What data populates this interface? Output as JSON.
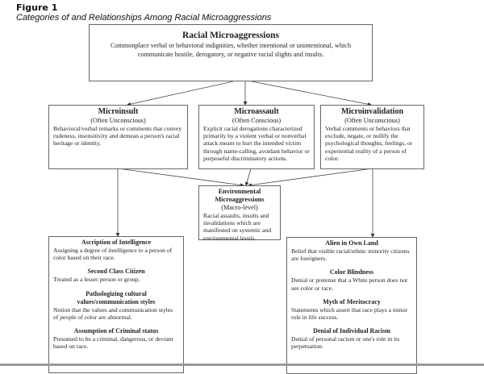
{
  "figure": {
    "label": "Figure 1",
    "caption": "Categories of and Relationships Among Racial Microaggressions"
  },
  "top": {
    "title": "Racial Microaggressions",
    "desc": "Commonplace verbal or behavioral indignities, whether intentional or unintentional, which communicate hostile, derogatory, or negative racial slights and insults."
  },
  "categories": [
    {
      "title": "Microinsult",
      "sub": "(Often Unconscious)",
      "desc": "Behavioral/verbal remarks or comments that convey rudeness, insensitivity and demean a person's racial heritage or identity."
    },
    {
      "title": "Microassault",
      "sub": "(Often Conscious)",
      "desc": "Explicit racial derogations characterized primarily by a violent verbal or nonverbal attack meant to hurt the intended victim through name-calling, avoidant behavior or purposeful discriminatory actions."
    },
    {
      "title": "Microinvalidation",
      "sub": "(Often Unconscious)",
      "desc": "Verbal comments or behaviors that exclude, negate, or nullify the psychological thoughts, feelings, or experiential reality of a person of color."
    }
  ],
  "environmental": {
    "title": "Environmental Microaggressions",
    "sub": "(Macro-level)",
    "desc": "Racial assaults, insults and invalidations which are manifested on systemic and environmental levels."
  },
  "microinsult_themes": [
    {
      "title": "Ascription of Intelligence",
      "desc": "Assigning a degree of intelligence to a person of color based on their race."
    },
    {
      "title": "Second Class Citizen",
      "desc": "Treated as a lesser person or group."
    },
    {
      "title": "Pathologizing cultural values/communication styles",
      "desc": "Notion that the values and communication styles of people of color are abnormal."
    },
    {
      "title": "Assumption of Criminal status",
      "desc": "Presumed to be a criminal, dangerous, or deviant based on race."
    }
  ],
  "microinvalidation_themes": [
    {
      "title": "Alien in Own Land",
      "desc": "Belief that visible racial/ethnic minority citizens are foreigners."
    },
    {
      "title": "Color Blindness",
      "desc": "Denial or pretense that a White person does not see color or race."
    },
    {
      "title": "Myth of Meritocracy",
      "desc": "Statements which assert that race plays a minor role in life success."
    },
    {
      "title": "Denial of Individual Racism",
      "desc": "Denial of personal racism or one's role in its perpetuation."
    }
  ]
}
